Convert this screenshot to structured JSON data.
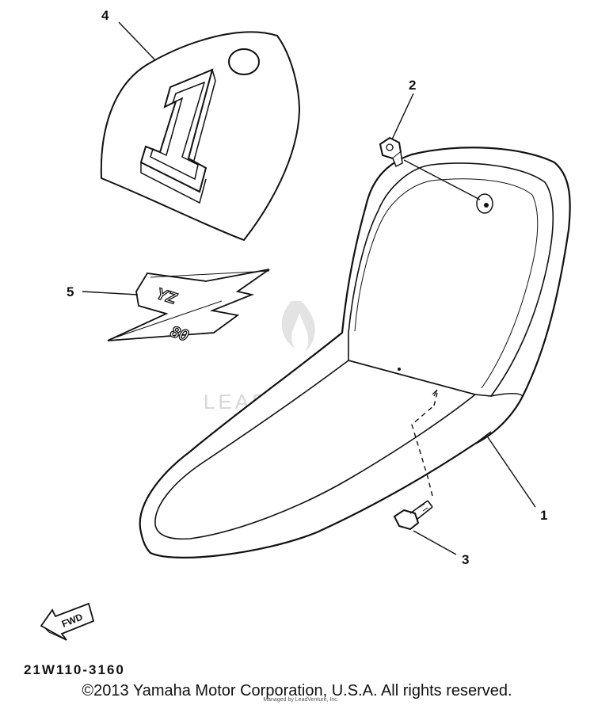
{
  "callouts": {
    "part1": "1",
    "part2": "2",
    "part3": "3",
    "part4": "4",
    "part5": "5"
  },
  "decal": {
    "model": "YZ",
    "size": "80"
  },
  "fwd_label": "FWD",
  "diagram_code": "21W110-3160",
  "watermark": "LEADVENTURE",
  "copyright": "©2013 Yamaha Motor Corporation, U.S.A. All rights reserved.",
  "small_credit": "Managed by LeadVenture, Inc."
}
